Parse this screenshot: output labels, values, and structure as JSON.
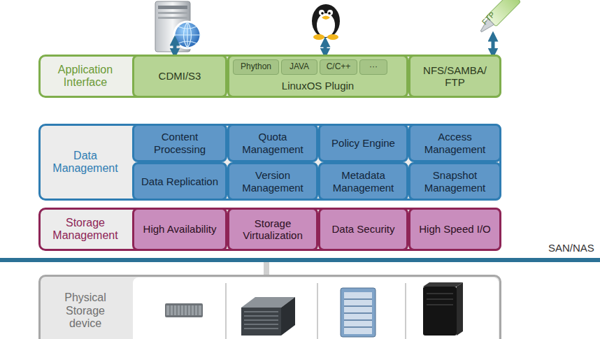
{
  "diagram": {
    "nodes": [
      {
        "text": [
          "Application Interface"
        ]
      },
      {
        "text": [
          "CDMI/S3"
        ],
        "in": 0
      },
      {
        "text": [
          "LinuxOS Plugin"
        ],
        "in": 0
      },
      {
        "text": [
          "Phython"
        ],
        "in": 2
      },
      {
        "text": [
          "JAVA"
        ],
        "in": 2
      },
      {
        "text": [
          "C/C++"
        ],
        "in": 2
      },
      {
        "text": [
          "···"
        ],
        "in": 2
      },
      {
        "text": [
          "NFS/SAMBA/ FTP"
        ],
        "in": 0
      },
      {
        "text": [
          "Data Management"
        ]
      },
      {
        "text": [
          "Content Processing"
        ],
        "in": 8
      },
      {
        "text": [
          "Quota Management"
        ],
        "in": 8
      },
      {
        "text": [
          "Policy Engine"
        ],
        "in": 8
      },
      {
        "text": [
          "Access Management"
        ],
        "in": 8
      },
      {
        "text": [
          "Data Replication"
        ],
        "in": 8
      },
      {
        "text": [
          "Version Management"
        ],
        "in": 8
      },
      {
        "text": [
          "Metadata Management"
        ],
        "in": 8
      },
      {
        "text": [
          "Snapshot Management"
        ],
        "in": 8
      },
      {
        "text": [
          "Storage Management"
        ]
      },
      {
        "text": [
          "High Availability"
        ],
        "in": 17
      },
      {
        "text": [
          "Storage Virtualization"
        ],
        "in": 17
      },
      {
        "text": [
          "Data Security"
        ],
        "in": 17
      },
      {
        "text": [
          "High Speed I/O"
        ],
        "in": 17
      },
      {
        "text": [
          "Physical Storage device"
        ]
      }
    ],
    "labels": [
      "FTP",
      "SAN/NAS"
    ]
  }
}
